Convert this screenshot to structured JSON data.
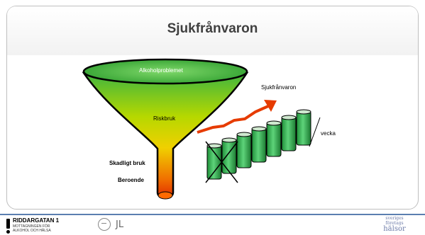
{
  "slide": {
    "title": "Sjukfrånvaron",
    "funnel_labels": {
      "top": "Alkoholproblemet",
      "middle": "Riskbruk",
      "harmful": "Skadligt bruk",
      "dependence": "Beroende"
    },
    "trend_label": "Sjukfrånvaron",
    "per_week": "vecka"
  },
  "footer": {
    "org_name": "RIDDARGATAN 1",
    "org_line2": "MOTTAGNINGEN FÖR",
    "org_line3": "ALKOHOL OCH HÄLSA",
    "partner_line1": "sveriges",
    "partner_line2": "företags",
    "partner_line3": "hälsor"
  },
  "colors": {
    "funnel_top": "#3fb53f",
    "funnel_mid": "#d7e000",
    "funnel_bottom": "#e02a00",
    "arrow": "#e63b00",
    "can": "#2db34a",
    "footer_line": "#5b7fb0"
  }
}
